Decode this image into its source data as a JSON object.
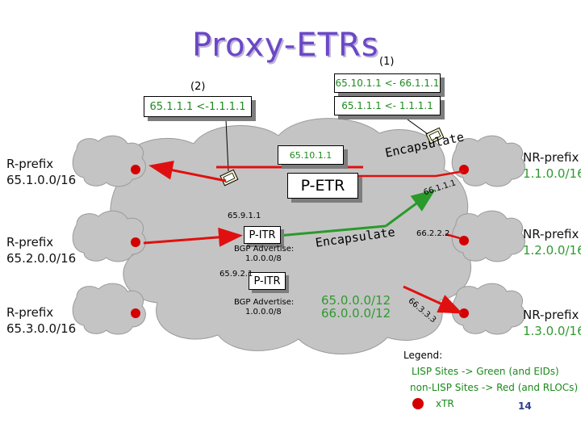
{
  "title": "Proxy-ETRs",
  "step1": "(1)",
  "step2": "(2)",
  "boxes": {
    "top_right_1": "65.10.1.1 <- 66.1.1.1",
    "top_right_2": "65.1.1.1 <- 1.1.1.1",
    "top_left": "65.1.1.1 <-1.1.1.1",
    "petr_addr": "65.10.1.1",
    "petr": "P-ETR",
    "pitr1": "P-ITR",
    "pitr2": "P-ITR"
  },
  "r_sites": [
    {
      "label": "R-prefix",
      "prefix": "65.1.0.0/16"
    },
    {
      "label": "R-prefix",
      "prefix": "65.2.0.0/16"
    },
    {
      "label": "R-prefix",
      "prefix": "65.3.0.0/16"
    }
  ],
  "nr_sites": [
    {
      "label": "NR-prefix",
      "prefix": "1.1.0.0/16"
    },
    {
      "label": "NR-prefix",
      "prefix": "1.2.0.0/16"
    },
    {
      "label": "NR-prefix",
      "prefix": "1.3.0.0/16"
    }
  ],
  "labels": {
    "encap_top": "Encapsulate",
    "encap_mid": "Encapsulate",
    "addr_6611": "66.1.1.1",
    "addr_6591": "65.9.1.1",
    "addr_6592": "65.9.2.1",
    "addr_6622": "66.2.2.2",
    "addr_6633": "66.3.3.3",
    "bgp1_label": "BGP Advertise:",
    "bgp1_value": "1.0.0.0/8",
    "bgp2_label": "BGP Advertise:",
    "bgp2_value": "1.0.0.0/8",
    "core_prefix1": "65.0.0.0/12",
    "core_prefix2": "66.0.0.0/12"
  },
  "legend": {
    "title": "Legend:",
    "line1": "LISP Sites -> Green (and EIDs)",
    "line2": "non-LISP Sites -> Red (and RLOCs)",
    "line3": "xTR"
  },
  "page_number": "14",
  "colors": {
    "title": "#6b47c6",
    "cloud": "#c4c4c4",
    "red_arrow": "#e01010",
    "green_arrow": "#2a9a2a",
    "green_text": "#2f9a2f",
    "router": "#d40000"
  }
}
